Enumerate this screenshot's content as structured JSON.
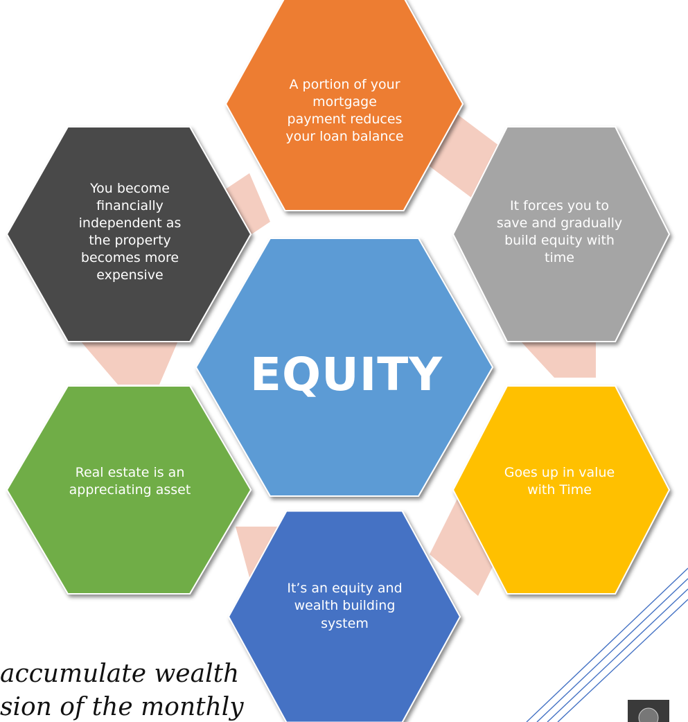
{
  "center": {
    "label": "EQUITY",
    "color": "#5b9bd5"
  },
  "connector_color": "#f4cdc0",
  "hexagons": [
    {
      "id": "top",
      "text": "A portion of your\nmortgage\npayment reduces\nyour loan balance",
      "color": "#ed7d31"
    },
    {
      "id": "upper-right",
      "text": "It forces you to\nsave and gradually\nbuild equity with\ntime",
      "color": "#a5a5a5"
    },
    {
      "id": "lower-right",
      "text": "Goes up in value\nwith Time",
      "color": "#ffc000"
    },
    {
      "id": "bottom",
      "text": "It’s an equity and\nwealth building\nsystem",
      "color": "#4472c4"
    },
    {
      "id": "lower-left",
      "text": "Real estate is an\nappreciating asset",
      "color": "#70ad47"
    },
    {
      "id": "upper-left",
      "text": "You become\nfinancially\nindependent as\nthe property\nbecomes more\nexpensive",
      "color": "#4a4a4a"
    }
  ],
  "caption": {
    "line1": "accumulate wealth",
    "line2": "sion of the monthly"
  },
  "decor": {
    "stroke_color": "#4472c4"
  }
}
